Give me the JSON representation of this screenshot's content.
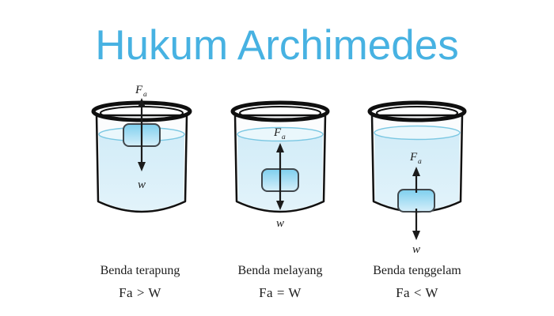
{
  "title": "Hukum Archimedes",
  "force_label": {
    "main": "F",
    "sub": "a"
  },
  "weight_label": "w",
  "beakers": [
    {
      "caption": "Benda terapung",
      "formula": "Fa > W"
    },
    {
      "caption": "Benda melayang",
      "formula": "Fa = W"
    },
    {
      "caption": "Benda tenggelam",
      "formula": "Fa < W"
    }
  ],
  "colors": {
    "title_accent": "#47b2e2",
    "water_top": "#d2ecf8",
    "water_bottom": "#e2f3fa",
    "water_surface_line": "#7ac7e2",
    "object_top": "#7ecfee",
    "object_bottom": "#d6effa",
    "outline": "#111111",
    "arrow": "#1b1b1b"
  }
}
